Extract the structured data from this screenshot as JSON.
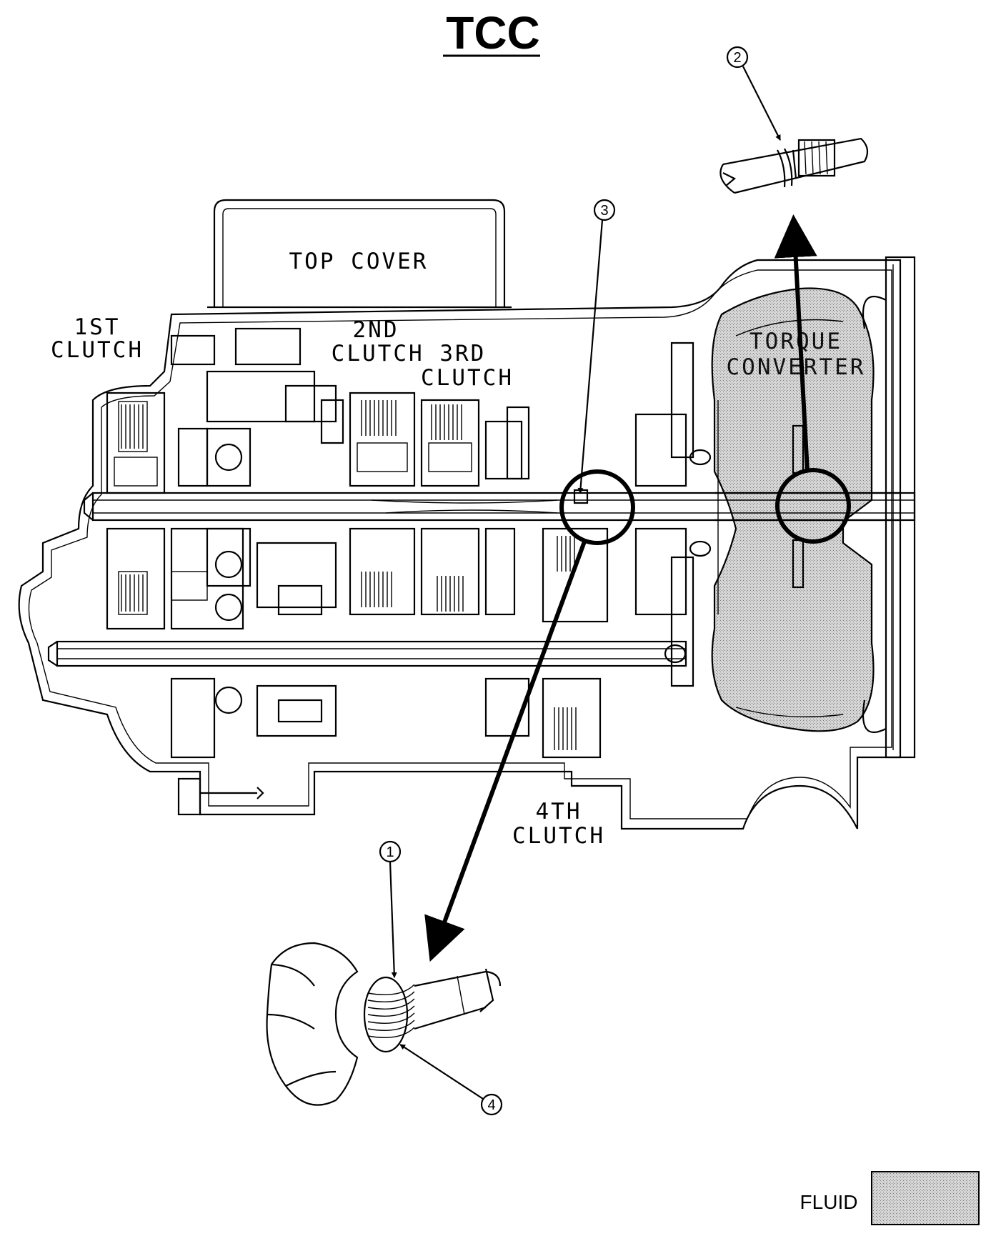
{
  "title": "TCC",
  "labels": {
    "top_cover": "TOP COVER",
    "first_clutch_line1": "1ST",
    "first_clutch_line2": "CLUTCH",
    "second_clutch_line1": "2ND",
    "second_clutch_line2": "CLUTCH 3RD",
    "third_clutch": "CLUTCH",
    "torque_converter_line1": "TORQUE",
    "torque_converter_line2": "CONVERTER",
    "fourth_clutch_line1": "4TH",
    "fourth_clutch_line2": "CLUTCH"
  },
  "callouts": [
    "1",
    "2",
    "3",
    "4"
  ],
  "legend": {
    "label": "FLUID",
    "swatch_color": "#bdbdbd"
  },
  "colors": {
    "line": "#000000",
    "fluid_fill": "#c4c4c4",
    "background": "#ffffff"
  }
}
